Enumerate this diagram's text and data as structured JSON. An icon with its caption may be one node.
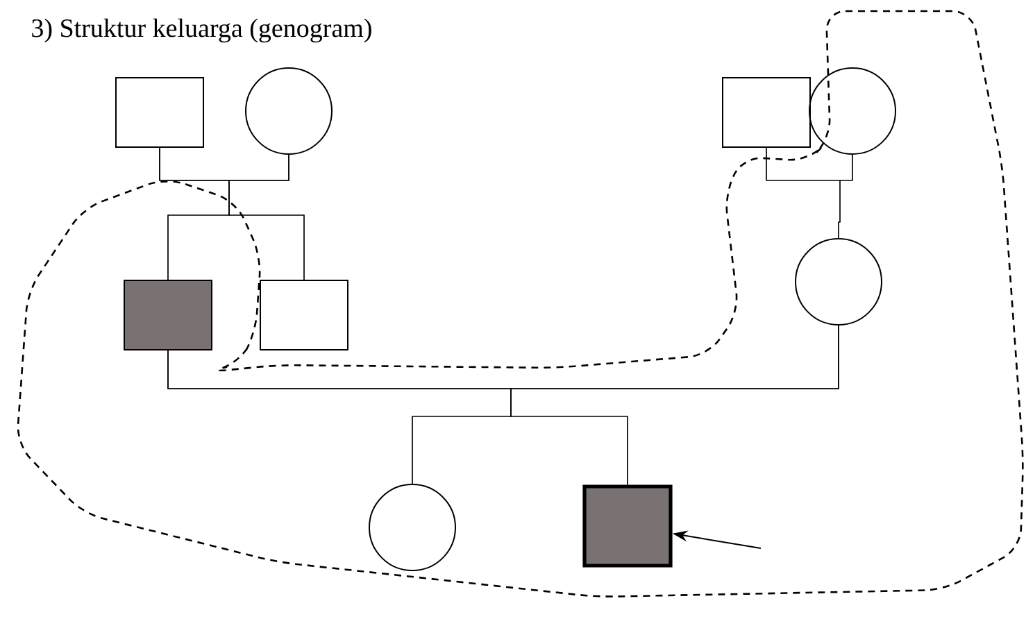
{
  "diagram": {
    "title": "3) Struktur keluarga (genogram)",
    "nodes": [
      {
        "text": [],
        "shape": "box"
      },
      {
        "text": [],
        "shape": "circle"
      },
      {
        "text": [],
        "shape": "box"
      },
      {
        "text": [],
        "shape": "circle"
      },
      {
        "text": [],
        "shape": "box"
      },
      {
        "text": [],
        "shape": "box"
      },
      {
        "text": [],
        "shape": "circle"
      },
      {
        "text": [],
        "shape": "circle"
      },
      {
        "text": [],
        "shape": "box"
      }
    ],
    "edges": [
      {
        "from": 0,
        "to": 1,
        "arrow": "none"
      },
      {
        "from": 0,
        "to": 4,
        "arrow": "none"
      },
      {
        "from": 1,
        "to": 4,
        "arrow": "none"
      },
      {
        "from": 0,
        "to": 5,
        "arrow": "none"
      },
      {
        "from": 1,
        "to": 5,
        "arrow": "none"
      },
      {
        "from": 2,
        "to": 3,
        "arrow": "none"
      },
      {
        "from": 2,
        "to": 6,
        "arrow": "none"
      },
      {
        "from": 3,
        "to": 6,
        "arrow": "none"
      },
      {
        "from": 4,
        "to": 6,
        "arrow": "none"
      },
      {
        "from": 4,
        "to": 7,
        "arrow": "none"
      },
      {
        "from": 6,
        "to": 7,
        "arrow": "none"
      },
      {
        "from": 4,
        "to": 8,
        "arrow": "none"
      },
      {
        "from": 6,
        "to": 8,
        "arrow": "none"
      },
      {
        "from": null,
        "to": 8,
        "arrow": "to"
      }
    ]
  }
}
